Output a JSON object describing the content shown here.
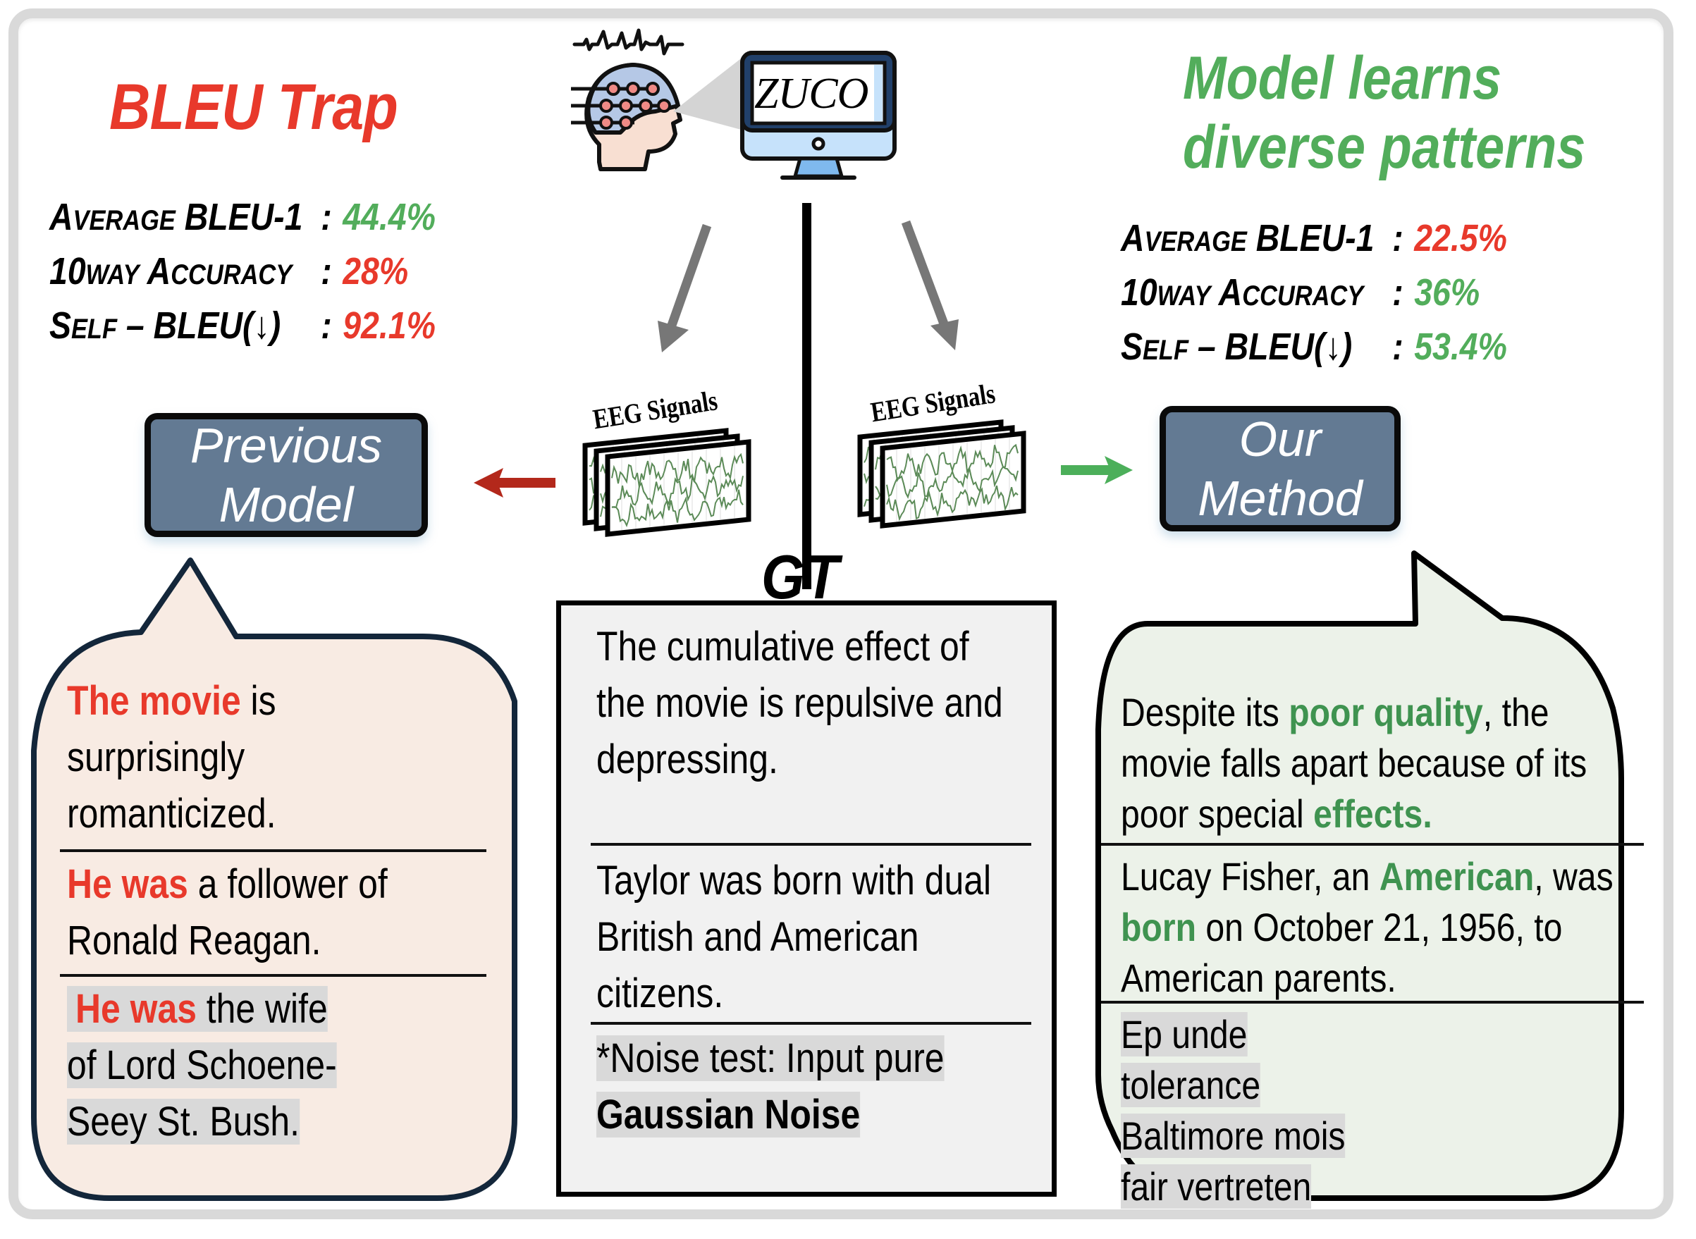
{
  "colors": {
    "bad": "#e8392b",
    "good": "#52ad5b",
    "highlight_green": "#3f9350",
    "model_box": "#637a93",
    "left_bubble_fill": "#f8ebe3",
    "right_bubble_fill": "#ecf2e9",
    "gt_fill": "#f1f1f1",
    "noise_highlight": "#d9d9d9",
    "red_arrow": "#b3281b",
    "green_arrow": "#4caf5a",
    "gray_arrow": "#777777"
  },
  "left_panel": {
    "title": "BLEU Trap",
    "metrics": [
      {
        "label_main": "A",
        "label_small": "VERAGE",
        "label_rest": " BLEU-1",
        "value": "44.4%",
        "status": "good"
      },
      {
        "label_main": "10",
        "label_small": "WAY",
        "label_rest": " A",
        "label_small2": "CCURACY",
        "value": "28%",
        "status": "bad"
      },
      {
        "label_main": "S",
        "label_small": "ELF",
        "label_rest": " – BLEU(↓)",
        "value": "92.1%",
        "status": "bad"
      }
    ],
    "model_label": [
      "Previous",
      "Model"
    ],
    "outputs": [
      {
        "highlight": "The movie",
        "rest": " is surprisingly romanticized.",
        "noise": false
      },
      {
        "highlight": "He was",
        "rest": " a follower of Ronald Reagan.",
        "noise": false
      },
      {
        "highlight": "He was",
        "rest": " the wife of Lord Schoene-Seey St. Bush.",
        "noise": true
      }
    ]
  },
  "right_panel": {
    "title_lines": [
      "Model learns",
      "diverse patterns"
    ],
    "metrics": [
      {
        "label_main": "A",
        "label_small": "VERAGE",
        "label_rest": " BLEU-1",
        "value": "22.5%",
        "status": "bad"
      },
      {
        "label_main": "10",
        "label_small": "WAY",
        "label_rest": " A",
        "label_small2": "CCURACY",
        "value": "36%",
        "status": "good"
      },
      {
        "label_main": "S",
        "label_small": "ELF",
        "label_rest": " – BLEU(↓)",
        "value": "53.4%",
        "status": "good"
      }
    ],
    "model_label": [
      "Our",
      "Method"
    ],
    "outputs": [
      {
        "parts": [
          {
            "t": "Despite its "
          },
          {
            "t": "poor quality",
            "h": true
          },
          {
            "t": ", the movie falls apart because of its poor special "
          },
          {
            "t": "effects.",
            "h": true
          }
        ],
        "noise": false
      },
      {
        "parts": [
          {
            "t": "Lucay Fisher, an "
          },
          {
            "t": "American",
            "h": true
          },
          {
            "t": ", was "
          },
          {
            "t": "born",
            "h": true
          },
          {
            "t": " on October 21, 1956, to American parents."
          }
        ],
        "noise": false
      },
      {
        "parts": [
          {
            "t": "Ep unde tolerance Baltimore mois fair vertreten"
          }
        ],
        "noise": true
      }
    ]
  },
  "center": {
    "dataset_label": "ZUCO",
    "eeg_label": "EEG Signals",
    "gt_label": "GT",
    "gt_sentences": [
      "The cumulative effect of the movie is repulsive and depressing.",
      "Taylor was born with dual British and American citizens."
    ],
    "noise_note_prefix": "*Noise test: Input pure ",
    "noise_note_bold": "Gaussian Noise"
  },
  "icons": [
    "eeg-head-icon",
    "monitor-icon",
    "eeg-signal-stack-icon",
    "arrow-left-icon",
    "arrow-right-icon",
    "arrow-down-left-icon",
    "arrow-down-right-icon"
  ]
}
